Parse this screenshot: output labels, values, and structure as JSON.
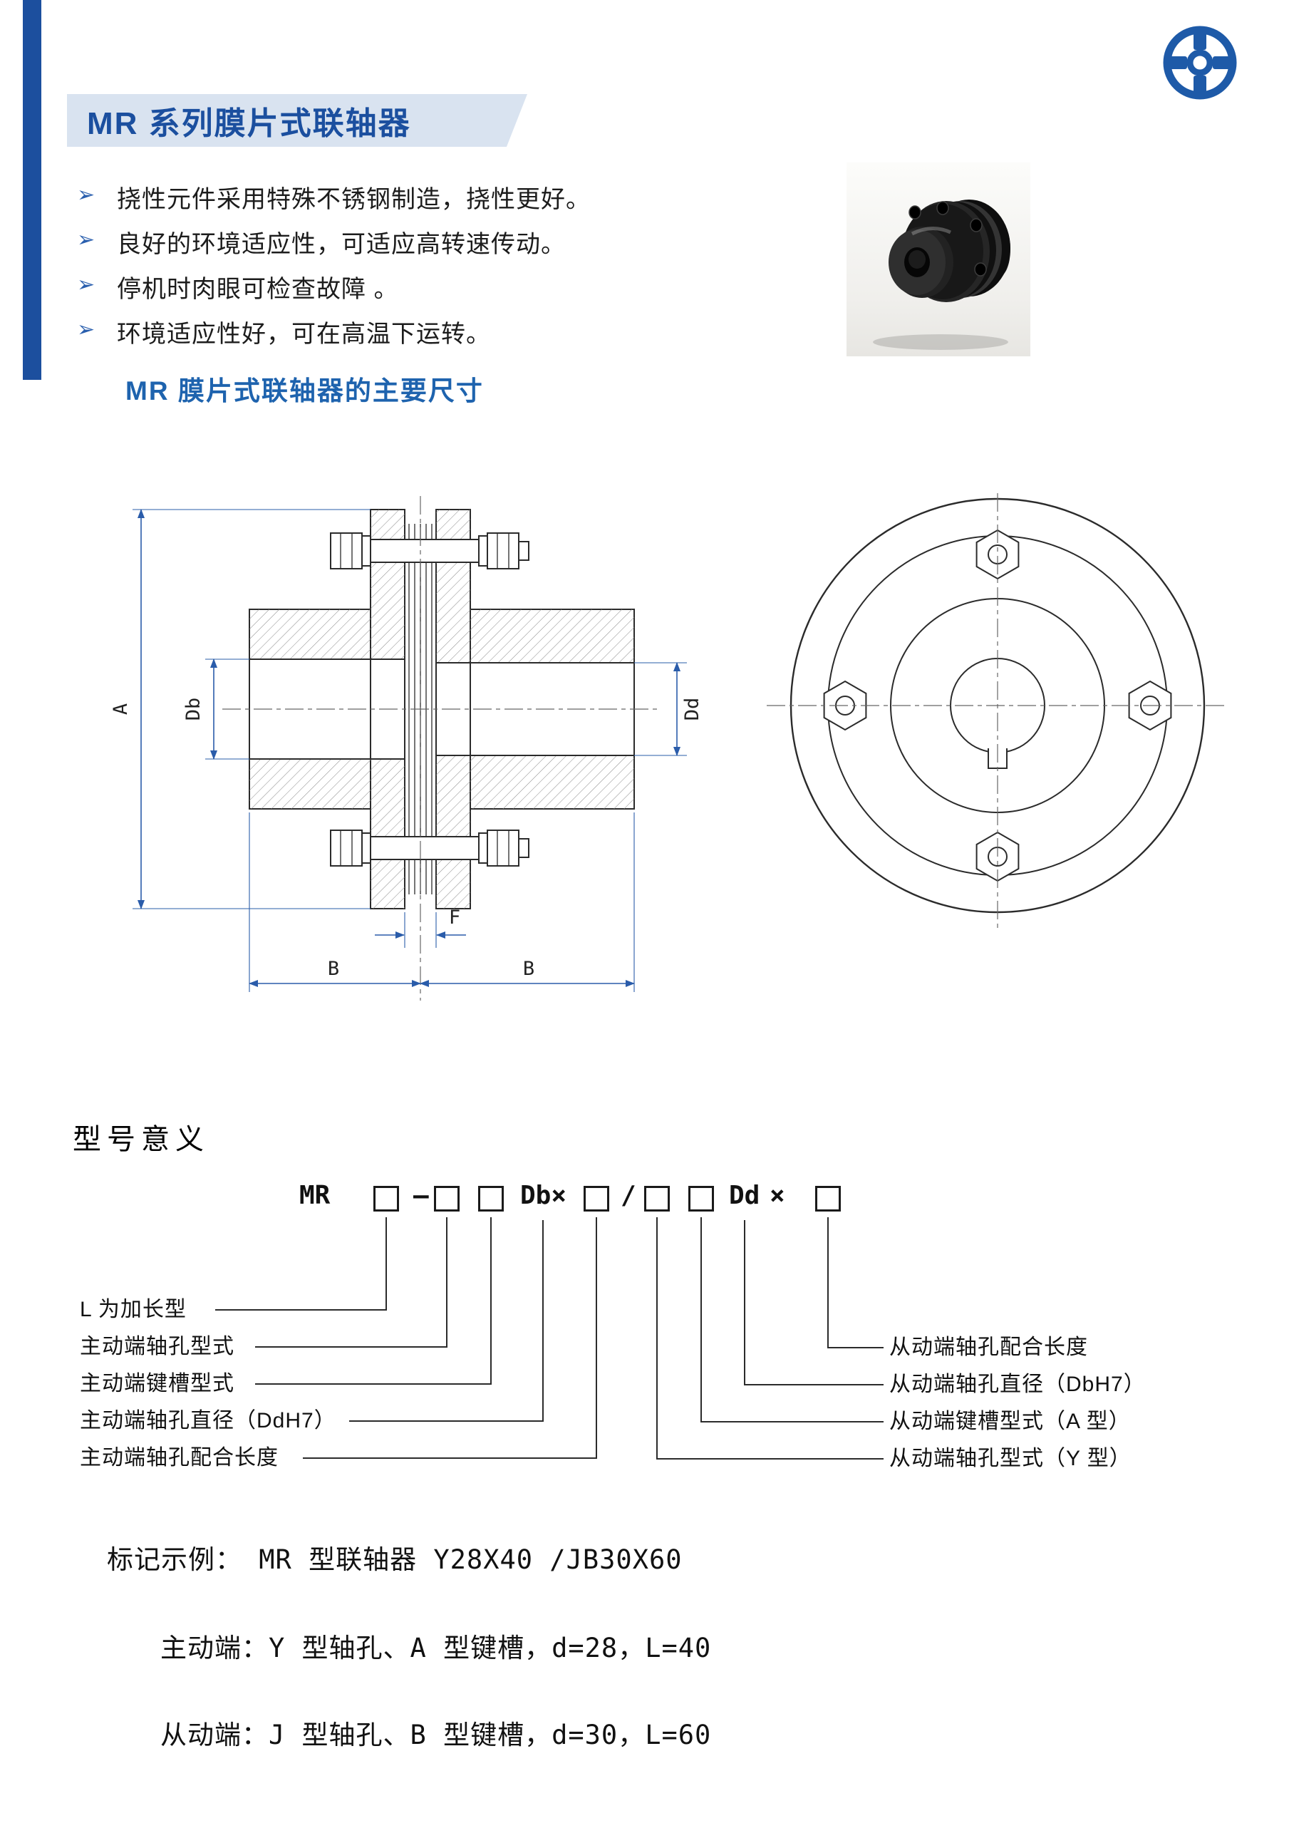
{
  "banner": {
    "title": "MR 系列膜片式联轴器"
  },
  "features": {
    "bullet": "➢",
    "items": [
      "挠性元件采用特殊不锈钢制造，挠性更好。",
      "良好的环境适应性，可适应高转速传动。",
      "停机时肉眼可检查故障 。",
      "环境适应性好，可在高温下运转。"
    ]
  },
  "subtitle": "MR 膜片式联轴器的主要尺寸",
  "drawing": {
    "dims": {
      "a": "A",
      "db": "Db",
      "dd": "Dd",
      "f": "F",
      "b_left": "B",
      "b_right": "B"
    }
  },
  "model": {
    "heading": "型号意义",
    "code": {
      "prefix": "MR",
      "dash": "–",
      "db": "Db×",
      "slash": "/",
      "dd": "Dd",
      "times": "×"
    },
    "left_labels": [
      "L 为加长型",
      "主动端轴孔型式",
      "主动端键槽型式",
      "主动端轴孔直径（DdH7）",
      "主动端轴孔配合长度"
    ],
    "right_labels": [
      "从动端轴孔配合长度",
      "从动端轴孔直径（DbH7）",
      "从动端键槽型式（A 型）",
      "从动端轴孔型式（Y 型）"
    ]
  },
  "example": {
    "line1": "标记示例：  MR 型联轴器 Y28X40 /JB30X60",
    "line2": "主动端：Y 型轴孔、A 型键槽，d=28，L=40",
    "line3": "从动端：J 型轴孔、B 型键槽，d=30，L=60"
  },
  "colors": {
    "accent": "#1c4f9e",
    "banner_bg": "#d9e3f0",
    "dim_line": "#2a5caa"
  }
}
